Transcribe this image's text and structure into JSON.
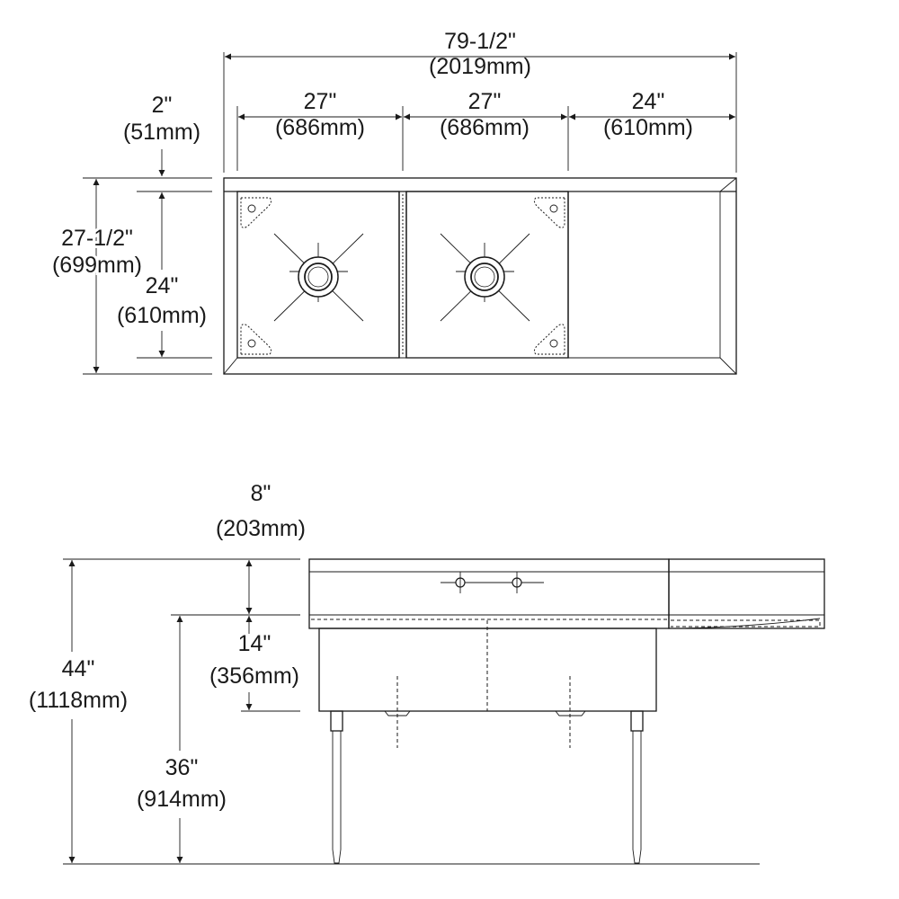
{
  "plan_view": {
    "overall_width": {
      "imperial": "79-1/2\"",
      "metric": "(2019mm)"
    },
    "bowl_1_width": {
      "imperial": "27\"",
      "metric": "(686mm)"
    },
    "bowl_2_width": {
      "imperial": "27\"",
      "metric": "(686mm)"
    },
    "drainboard_width": {
      "imperial": "24\"",
      "metric": "(610mm)"
    },
    "backsplash_depth": {
      "imperial": "2\"",
      "metric": "(51mm)"
    },
    "overall_depth": {
      "imperial": "27-1/2\"",
      "metric": "(699mm)"
    },
    "bowl_depth": {
      "imperial": "24\"",
      "metric": "(610mm)"
    }
  },
  "elevation_view": {
    "backsplash_height": {
      "imperial": "8\"",
      "metric": "(203mm)"
    },
    "bowl_height": {
      "imperial": "14\"",
      "metric": "(356mm)"
    },
    "overall_height": {
      "imperial": "44\"",
      "metric": "(1118mm)"
    },
    "work_height": {
      "imperial": "36\"",
      "metric": "(914mm)"
    }
  }
}
